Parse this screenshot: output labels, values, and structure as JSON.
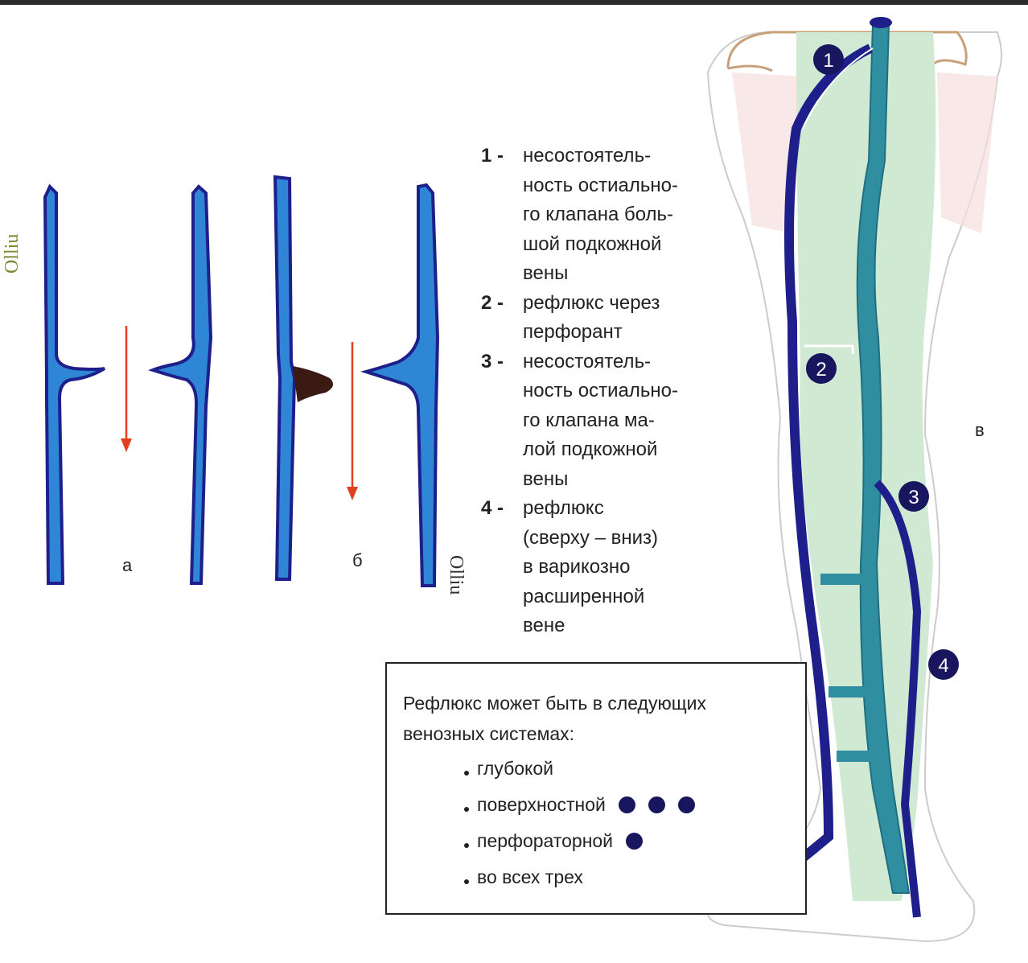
{
  "legend": [
    {
      "num": "1 -",
      "text": "несостоятель-\nность остиально-\nго клапана боль-\nшой подкожной\nвены"
    },
    {
      "num": "2 -",
      "text": "рефлюкс через\nперфорант"
    },
    {
      "num": "3 -",
      "text": "несостоятель-\nность остиально-\nго клапана ма-\nлой подкожной\nвены"
    },
    {
      "num": "4 -",
      "text": "рефлюкс\n(сверху – вниз)\nв варикозно\nрасширенной\nвене"
    }
  ],
  "panel_labels": {
    "a": "а",
    "b": "б",
    "c": "в"
  },
  "markers": [
    "1",
    "2",
    "3",
    "4"
  ],
  "info": {
    "title": "Рефлюкс может быть в следующих\nвенозных системах:",
    "items": [
      {
        "label": "глубокой",
        "dots": 0
      },
      {
        "label": "поверхностной",
        "dots": 3
      },
      {
        "label": "перфораторной",
        "dots": 1
      },
      {
        "label": "во всех трех",
        "dots": 0
      }
    ]
  },
  "colors": {
    "vein_dark": "#1e1f8a",
    "vein_blue": "#2f86d6",
    "deep_vein": "#2f8fa0",
    "deep_fill": "#cfe9d2",
    "arrow_red": "#e0401e",
    "skin_line": "#c8a07a",
    "marker": "#17165f"
  }
}
